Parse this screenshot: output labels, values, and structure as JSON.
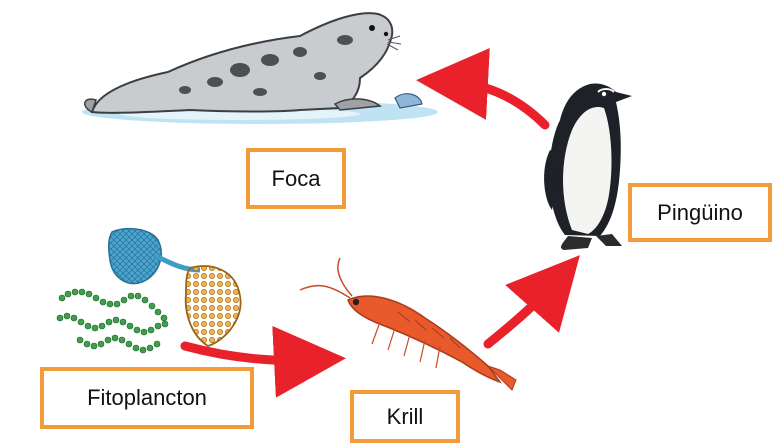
{
  "labels": {
    "foca": "Foca",
    "pinguino": "Pingüino",
    "fitoplancton": "Fitoplancton",
    "krill": "Krill"
  },
  "colors": {
    "label_border": "#f39a3a",
    "arrow": "#e8212a",
    "seal_body": "#c9cccf",
    "seal_spots": "#4d4f55",
    "ice": "#bfe3f2",
    "penguin_back": "#1f2129",
    "penguin_belly": "#f4f4f2",
    "krill": "#e8592c",
    "plankton_blue": "#3d9cc8",
    "plankton_gold": "#e4a13a",
    "plankton_chain": "#2f8a3e"
  },
  "icons": [
    "seal-icon",
    "penguin-icon",
    "krill-icon",
    "phytoplankton-icon"
  ]
}
